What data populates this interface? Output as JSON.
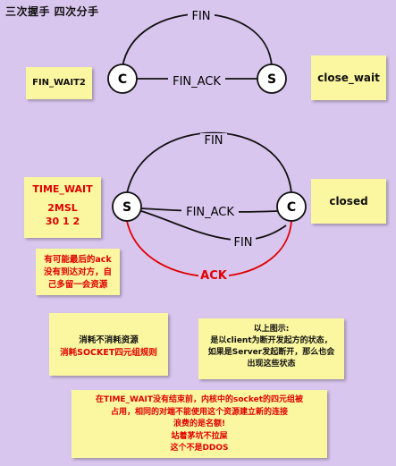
{
  "title": "三次握手  四次分手",
  "handshake": {
    "client": "C",
    "server": "S",
    "fin": "FIN",
    "fin_ack": "FIN_ACK"
  },
  "teardown": {
    "server": "S",
    "client": "C",
    "fin_top": "FIN",
    "fin_ack": "FIN_ACK",
    "fin_back": "FIN",
    "ack": "ACK"
  },
  "notes": {
    "fin_wait2": "FIN_WAIT2",
    "close_wait": "close_wait",
    "closed": "closed",
    "time_wait": {
      "title": "TIME_WAIT",
      "msl": "2MSL",
      "values": "30  1 2"
    },
    "ack_loss": [
      "有可能最后的ack",
      "没有到达对方，自",
      "己多留一会资源"
    ],
    "consume": {
      "line1": "消耗不消耗资源",
      "line2": "消耗SOCKET四元组规则"
    },
    "figure_explain": [
      "以上图示:",
      "是以client为断开发起方的状态，",
      "如果是Server发起断开，那么也会",
      "出现这些状态"
    ],
    "bottom": [
      "在TIME_WAIT没有结束前，内核中的socket的四元组被",
      "占用，相同的对端不能使用这个资源建立新的连接",
      "浪费的是名额!",
      "站着茅坑不拉屎",
      "这个不是DDOS"
    ]
  },
  "colors": {
    "background": "#d9c6ee",
    "sticky": "#fbf7a0",
    "red": "#e00000"
  }
}
